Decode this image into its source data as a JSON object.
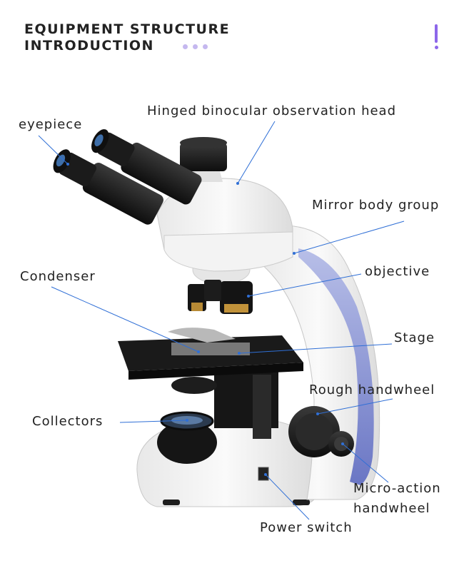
{
  "header": {
    "line1": "EQUIPMENT STRUCTURE",
    "line2": "INTRODUCTION"
  },
  "labels": {
    "eyepiece": "eyepiece",
    "head": "Hinged binocular observation head",
    "mirror_body": "Mirror body group",
    "condenser": "Condenser",
    "objective": "objective",
    "stage": "Stage",
    "rough_handwheel": "Rough handwheel",
    "collectors": "Collectors",
    "micro_line1": "Micro-action",
    "micro_line2": "handwheel",
    "power_switch": "Power switch"
  },
  "colors": {
    "accent": "#8d67ea",
    "leader_line": "#2f6fd6",
    "body": "#f1f1f1",
    "stripe": "#7d88cc"
  }
}
